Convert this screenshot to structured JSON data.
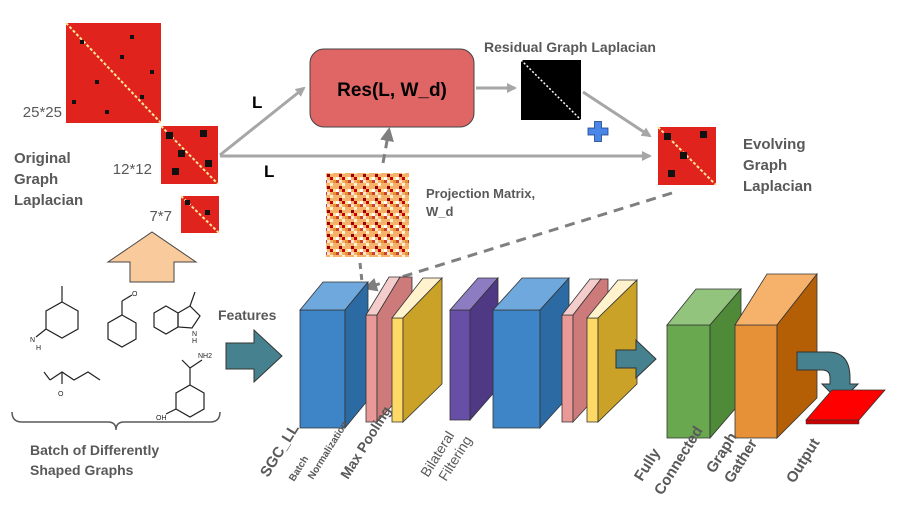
{
  "labels": {
    "size_25": "25*25",
    "size_12": "12*12",
    "size_7": "7*7",
    "original_laplacian": [
      "Original",
      "Graph",
      "Laplacian"
    ],
    "L_top": "L",
    "L_bottom": "L",
    "res_box": "Res(L, W_d)",
    "residual": "Residual Graph Laplacian",
    "evolving": [
      "Evolving",
      "Graph",
      "Laplacian"
    ],
    "projection": [
      "Projection Matrix,",
      "W_d"
    ],
    "features": "Features",
    "batch": [
      "Batch of Differently",
      "Shaped Graphs"
    ],
    "layer_sgc": "SGC_LL",
    "layer_batch_norm": [
      "Batch",
      "Normalization"
    ],
    "layer_max_pool": "Max Pooling",
    "layer_bilateral": [
      "Bilateral",
      "Filtering"
    ],
    "layer_fc": [
      "Fully",
      "Connected"
    ],
    "layer_gather": [
      "Graph",
      "Gather"
    ],
    "layer_output": "Output",
    "molecule_atoms": [
      "N",
      "H",
      "O",
      "N",
      "H",
      "O",
      "NH2",
      "OH"
    ]
  },
  "colors": {
    "matrix_red": "#e0231c",
    "res_box_fill": "#e06666",
    "blue_block": "#3d85c6",
    "pink_block": "#ea9999",
    "yellow_block": "#f1c232",
    "purple_block": "#674ea7",
    "green_block": "#6aa84f",
    "orange_block": "#e69138",
    "teal_arrow": "#45818e",
    "output_red": "#ff0000",
    "arrow_gray": "#a6a6a6",
    "peach_arrow": "#f9cb9c",
    "plus_blue": "#4a86e8"
  },
  "icons": [
    "plus-icon",
    "up-arrow-icon",
    "right-arrow-icon",
    "curved-arrow-icon"
  ]
}
